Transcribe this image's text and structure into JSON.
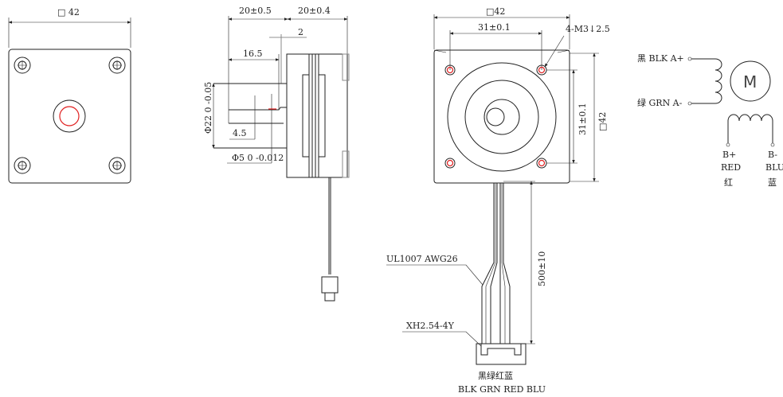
{
  "front_view": {
    "size_label": "□ 42"
  },
  "side_view": {
    "length_front": "20±0.5",
    "length_body": "20±0.4",
    "flange_thickness": "2",
    "shaft_length": "16.5",
    "flat_depth": "4.5",
    "boss_diameter": "Φ22 0 -0.05",
    "shaft_diameter": "Φ5 0 -0.012"
  },
  "mount_view": {
    "size_top": "□42",
    "hole_spacing_h": "31±0.1",
    "screw_spec": "4-M3↓2.5",
    "hole_spacing_v": "31±0.1",
    "size_side": "□42",
    "cable_spec": "UL1007  AWG26",
    "cable_length": "500±10",
    "connector_spec": "XH2.54-4Y",
    "wire_colors_cn": "黑绿红蓝",
    "wire_colors_en": "BLK GRN RED BLU"
  },
  "wiring": {
    "a_plus": "黑  BLK  A+",
    "a_minus": "绿  GRN  A-",
    "motor": "M",
    "b_plus": "B+",
    "b_plus_color": "RED",
    "b_plus_cn": "红",
    "b_minus": "B-",
    "b_minus_color": "BLU",
    "b_minus_cn": "蓝"
  },
  "colors": {
    "line": "#222222",
    "highlight": "#e02020"
  }
}
